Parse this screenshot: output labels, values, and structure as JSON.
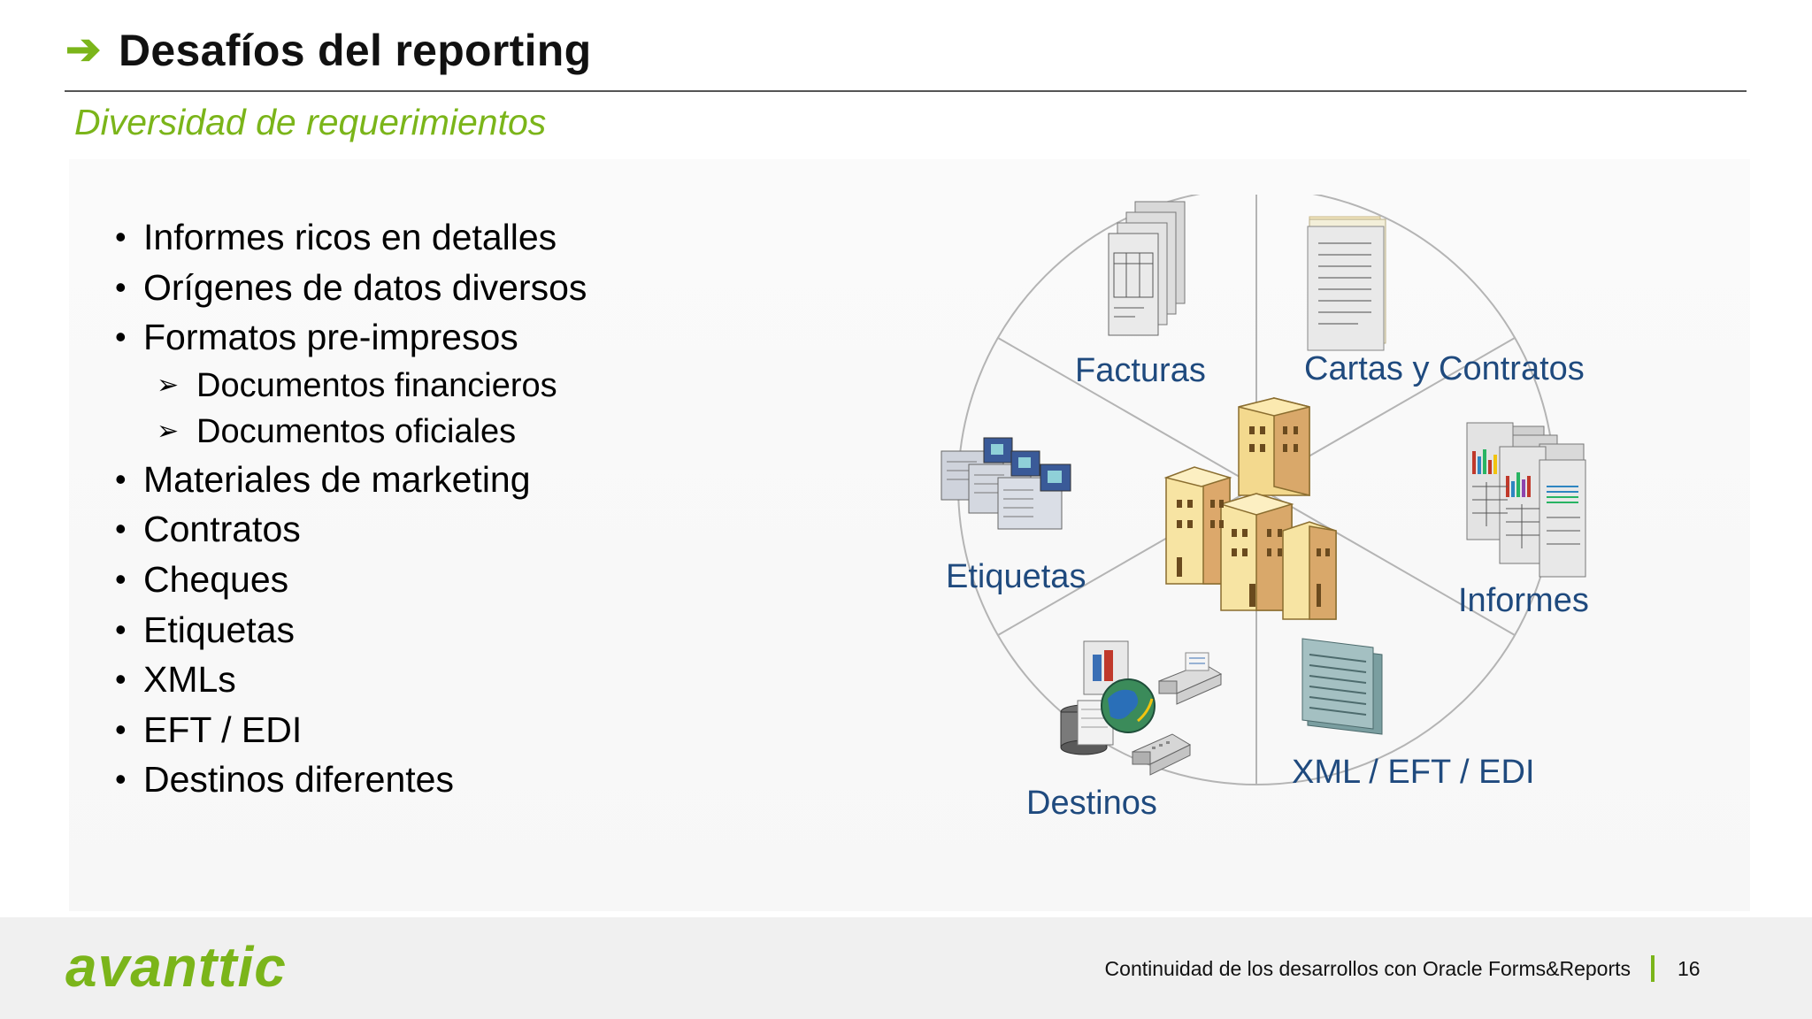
{
  "slide": {
    "title": "Desafíos del reporting",
    "title_arrow": "➔",
    "subtitle": "Diversidad de requerimientos",
    "accent_color": "#7bb51a",
    "label_color": "#1f4a7e"
  },
  "bullets": [
    {
      "text": "Informes ricos en detalles",
      "level": 1
    },
    {
      "text": "Orígenes de datos diversos",
      "level": 1
    },
    {
      "text": "Formatos pre-impresos",
      "level": 1
    },
    {
      "text": "Documentos financieros",
      "level": 2
    },
    {
      "text": "Documentos oficiales",
      "level": 2
    },
    {
      "text": "Materiales de marketing",
      "level": 1
    },
    {
      "text": "Contratos",
      "level": 1
    },
    {
      "text": "Cheques",
      "level": 1
    },
    {
      "text": "Etiquetas",
      "level": 1
    },
    {
      "text": "XMLs",
      "level": 1
    },
    {
      "text": "EFT / EDI",
      "level": 1
    },
    {
      "text": "Destinos diferentes",
      "level": 1
    }
  ],
  "diagram": {
    "labels": {
      "facturas": "Facturas",
      "cartas": "Cartas y Contratos",
      "etiquetas": "Etiquetas",
      "informes": "Informes",
      "destinos": "Destinos",
      "xml": "XML / EFT / EDI"
    },
    "icons": [
      "invoice-stack-icon",
      "letter-stack-icon",
      "label-cards-icon",
      "report-charts-icon",
      "buildings-icon",
      "globe-devices-icon",
      "xml-pages-icon"
    ]
  },
  "footer": {
    "logo": "avanttic",
    "caption": "Continuidad de los desarrollos con Oracle Forms&Reports",
    "page": "16"
  }
}
